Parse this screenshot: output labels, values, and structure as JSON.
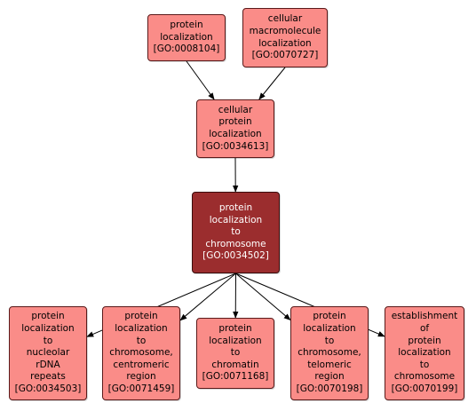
{
  "nodes": [
    {
      "id": "n1",
      "lines": [
        "protein",
        "localization",
        "[GO:0008104]"
      ]
    },
    {
      "id": "n2",
      "lines": [
        "cellular",
        "macromolecule",
        "localization",
        "[GO:0070727]"
      ]
    },
    {
      "id": "n3",
      "lines": [
        "cellular",
        "protein",
        "localization",
        "[GO:0034613]"
      ]
    },
    {
      "id": "n4",
      "lines": [
        "protein",
        "localization",
        "to",
        "chromosome",
        "[GO:0034502]"
      ],
      "highlighted": true
    },
    {
      "id": "n5",
      "lines": [
        "protein",
        "localization",
        "to",
        "nucleolar",
        "rDNA",
        "repeats",
        "[GO:0034503]"
      ]
    },
    {
      "id": "n6",
      "lines": [
        "protein",
        "localization",
        "to",
        "chromosome,",
        "centromeric",
        "region",
        "[GO:0071459]"
      ]
    },
    {
      "id": "n7",
      "lines": [
        "protein",
        "localization",
        "to",
        "chromatin",
        "[GO:0071168]"
      ]
    },
    {
      "id": "n8",
      "lines": [
        "protein",
        "localization",
        "to",
        "chromosome,",
        "telomeric",
        "region",
        "[GO:0070198]"
      ]
    },
    {
      "id": "n9",
      "lines": [
        "establishment",
        "of",
        "protein",
        "localization",
        "to",
        "chromosome",
        "[GO:0070199]"
      ]
    }
  ],
  "edges": [
    {
      "from": "n1",
      "to": "n3"
    },
    {
      "from": "n2",
      "to": "n3"
    },
    {
      "from": "n3",
      "to": "n4"
    },
    {
      "from": "n4",
      "to": "n5"
    },
    {
      "from": "n4",
      "to": "n6"
    },
    {
      "from": "n4",
      "to": "n7"
    },
    {
      "from": "n4",
      "to": "n8"
    },
    {
      "from": "n4",
      "to": "n9"
    }
  ],
  "colors": {
    "node_fill": "#fa8c88",
    "node_border": "#5a1a1a",
    "highlight_fill": "#9b2d2e",
    "highlight_text": "#ffffff",
    "edge": "#000000"
  }
}
